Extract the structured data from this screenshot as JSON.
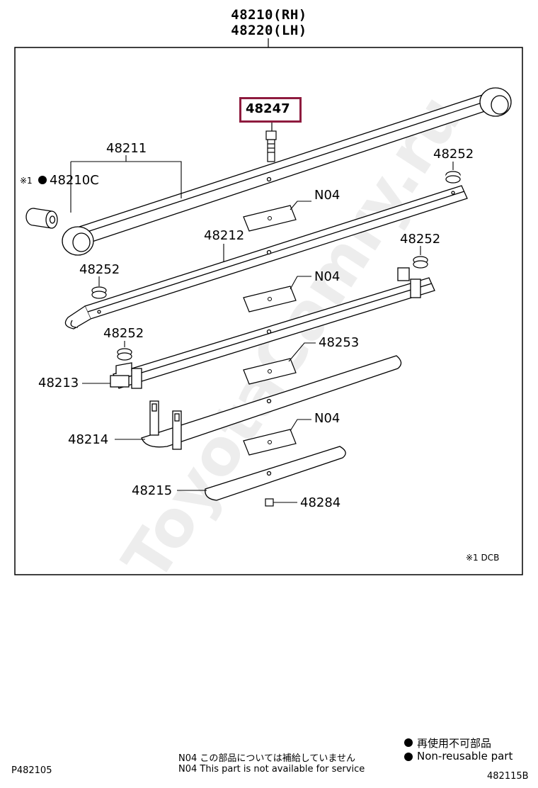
{
  "header": {
    "rh": "48210(RH)",
    "lh": "48220(LH)"
  },
  "highlighted_part": "48247",
  "labels": {
    "p48211": "48211",
    "p48210c": "48210C",
    "mark1": "※1",
    "p48252_a": "48252",
    "p48252_b": "48252",
    "p48252_c": "48252",
    "p48252_d": "48252",
    "p48212": "48212",
    "n04_a": "N04",
    "n04_b": "N04",
    "n04_c": "N04",
    "p48213": "48213",
    "p48253": "48253",
    "p48214": "48214",
    "p48215": "48215",
    "p48284": "48284",
    "dcb_note": "※1 DCB"
  },
  "watermark": "ToyotaCamry.ru",
  "footer": {
    "left_code": "P482105",
    "right_code": "482115B",
    "note_jp": "N04  この部品については補給していません",
    "note_en": "N04  This part is not available for service",
    "legend_jp": "再使用不可部品",
    "legend_en": "Non-reusable part"
  }
}
